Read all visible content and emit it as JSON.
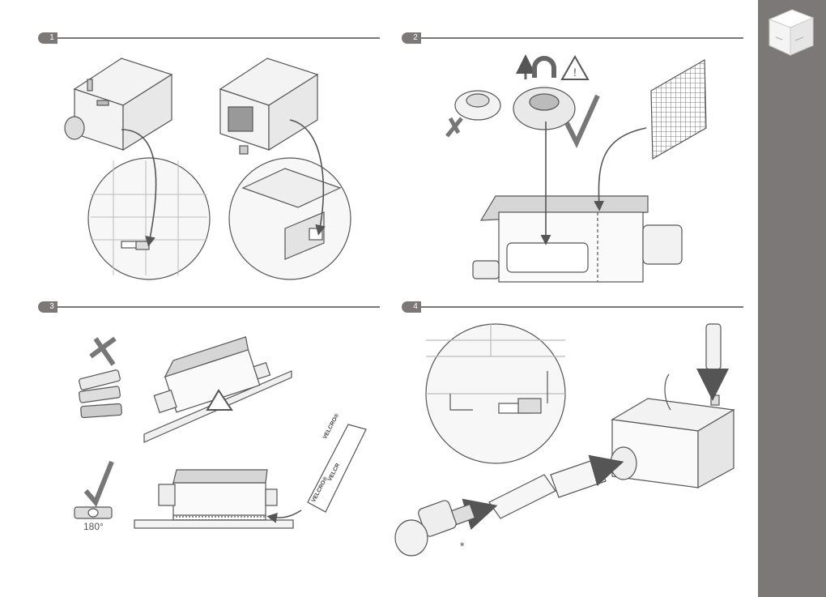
{
  "steps": [
    {
      "number": "1"
    },
    {
      "number": "2"
    },
    {
      "number": "3"
    },
    {
      "number": "4"
    }
  ],
  "step3": {
    "angle_label": "180°"
  },
  "step4": {
    "footnote_mark": "*"
  },
  "velcro": {
    "brand": "VELCRO®",
    "brand_short": "VELCR"
  },
  "colors": {
    "accent": "#7d7878",
    "line": "#555555",
    "fill_light": "#f2f2f2",
    "fill_mid": "#bdbdbd"
  }
}
